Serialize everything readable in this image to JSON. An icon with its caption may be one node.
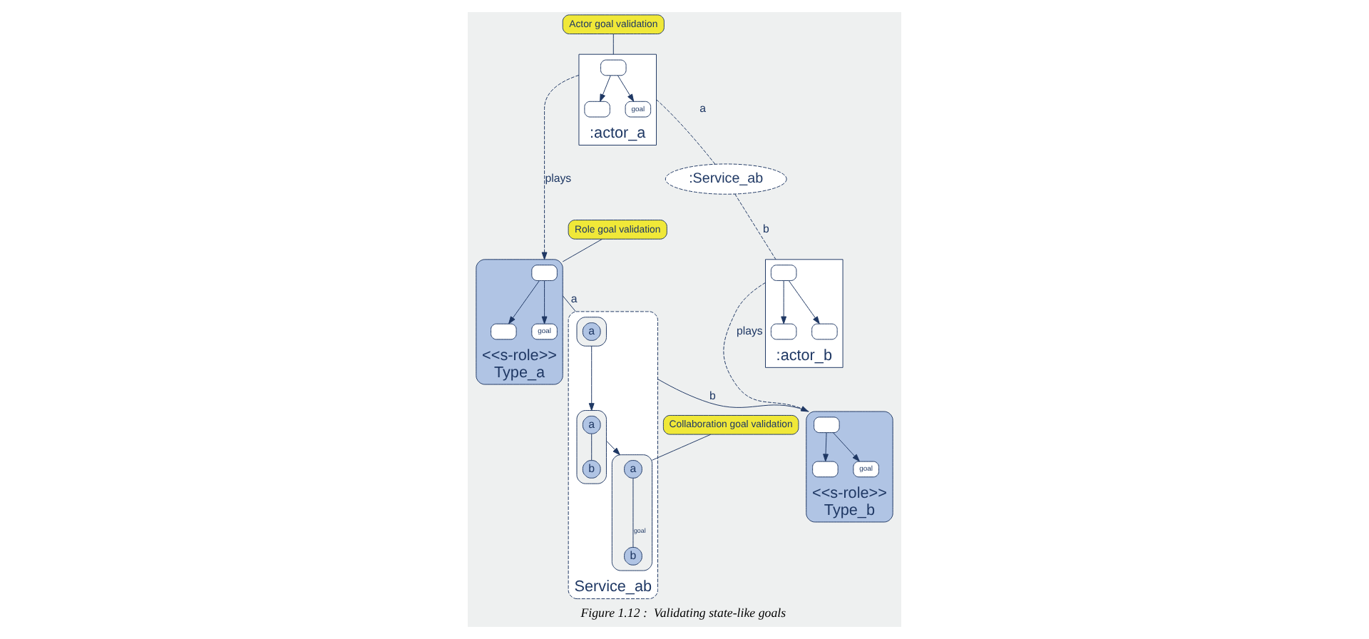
{
  "diagram": {
    "caption": "Figure 1.12 :  Validating state-like goals",
    "nodes": [
      {
        "text": [
          "<<s-role>>",
          "Type_a"
        ]
      },
      {
        "text": [],
        "shape": "box",
        "in": 0
      },
      {
        "text": [],
        "shape": "box",
        "in": 0
      },
      {
        "text": [
          "goal"
        ],
        "in": 0
      },
      {
        "text": [
          "Service_ab"
        ]
      },
      {
        "text": [],
        "shape": "box",
        "in": 4
      },
      {
        "text": [
          "a"
        ],
        "in": 5
      },
      {
        "text": [],
        "shape": "box",
        "in": 4
      },
      {
        "text": [
          "a"
        ],
        "in": 7
      },
      {
        "text": [
          "b"
        ],
        "in": 7
      },
      {
        "text": [],
        "shape": "box",
        "in": 4
      },
      {
        "text": [
          "a"
        ],
        "in": 10
      },
      {
        "text": [
          "b"
        ],
        "in": 10
      },
      {
        "text": [
          "<<s-role>>",
          "Type_b"
        ]
      },
      {
        "text": [],
        "shape": "box",
        "in": 13
      },
      {
        "text": [],
        "shape": "box",
        "in": 13
      },
      {
        "text": [
          "goal"
        ],
        "in": 13
      },
      {
        "text": [
          ":actor_a"
        ]
      },
      {
        "text": [],
        "shape": "box",
        "in": 17
      },
      {
        "text": [],
        "shape": "box",
        "in": 17
      },
      {
        "text": [
          "goal"
        ],
        "in": 17
      },
      {
        "text": [
          ":actor_b"
        ]
      },
      {
        "text": [],
        "shape": "box",
        "in": 21
      },
      {
        "text": [],
        "shape": "box",
        "in": 21
      },
      {
        "text": [],
        "shape": "box",
        "in": 21
      },
      {
        "text": [
          ":Service_ab"
        ]
      },
      {
        "text": [
          "Collaboration goal validation"
        ]
      },
      {
        "text": [
          "Role goal validation"
        ]
      },
      {
        "text": [
          "Actor goal validation"
        ]
      }
    ],
    "edges": [
      {
        "from": 0,
        "to": 4,
        "label": "a",
        "arrow": "none"
      },
      {
        "from": 4,
        "to": 13,
        "label": "b",
        "arrow": "none"
      },
      {
        "from": 1,
        "to": 2,
        "arrow": "to"
      },
      {
        "from": 1,
        "to": 3,
        "arrow": "to"
      },
      {
        "from": 5,
        "to": 7,
        "arrow": "to"
      },
      {
        "from": 8,
        "to": 9,
        "arrow": "none"
      },
      {
        "from": 7,
        "to": 10,
        "arrow": "to"
      },
      {
        "from": 11,
        "to": 12,
        "label": "goal",
        "arrow": "none"
      },
      {
        "from": 14,
        "to": 15,
        "arrow": "to"
      },
      {
        "from": 14,
        "to": 16,
        "arrow": "to"
      },
      {
        "from": 17,
        "to": 0,
        "label": "plays",
        "arrow": "to",
        "style": "dashed"
      },
      {
        "from": 21,
        "to": 13,
        "label": "plays",
        "arrow": "to",
        "style": "dashed"
      },
      {
        "from": 18,
        "to": 19,
        "arrow": "to"
      },
      {
        "from": 18,
        "to": 20,
        "arrow": "to"
      },
      {
        "from": 22,
        "to": 23,
        "arrow": "to"
      },
      {
        "from": 22,
        "to": 24,
        "arrow": "to"
      },
      {
        "from": 17,
        "to": 25,
        "label": "a",
        "arrow": "none",
        "style": "dashed"
      },
      {
        "from": 25,
        "to": 21,
        "label": "b",
        "arrow": "none",
        "style": "dashed"
      },
      {
        "from": 26,
        "to": 10,
        "arrow": "none"
      },
      {
        "from": 27,
        "to": 0,
        "arrow": "none"
      },
      {
        "from": 28,
        "to": 17,
        "arrow": "none"
      }
    ]
  }
}
